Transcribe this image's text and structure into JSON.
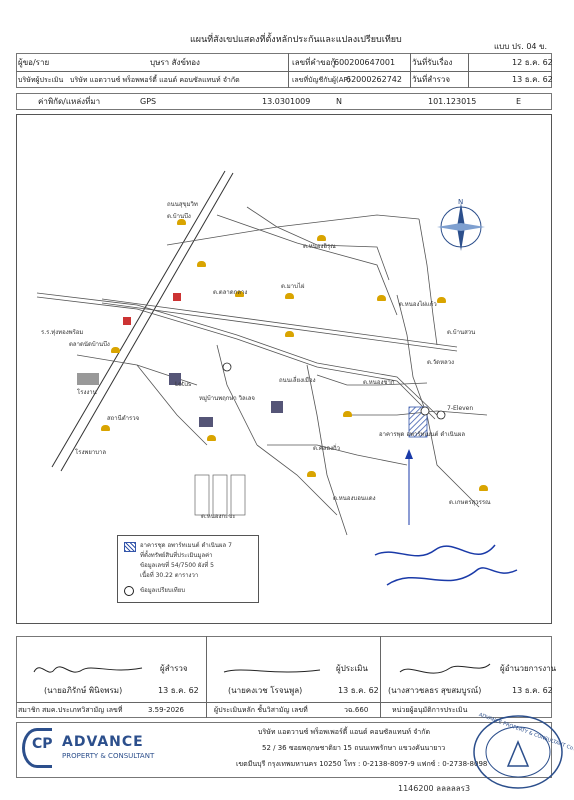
{
  "header": {
    "title": "แผนที่สังเขปแสดงที่ตั้งหลักประกันและแปลงเปรียบเทียบ",
    "form_no": "แบบ ปร. 04 ข."
  },
  "info": {
    "requester_label": "ผู้ขอ/ราย",
    "requester_name": "บุษรา สังข์ทอง",
    "request_no_label": "เลขที่คำขอกู้",
    "request_no": "600200647001",
    "received_date_label": "วันที่รับเรื่อง",
    "received_date": "12 ธ.ค. 62",
    "company_label": "บริษัทผู้ประเมิน",
    "company_name": "บริษัท แอดวานซ์ พร็อพพอร์ตี้ แอนด์ คอนซัลแทนท์ จำกัด",
    "ap_no_label": "เลขที่บัญชีกับผู้(AP)",
    "ap_no": "62000262742",
    "survey_date_label": "วันที่สำรวจ",
    "survey_date": "13 ธ.ค. 62"
  },
  "coords": {
    "label": "ค่าพิกัด/แหล่งที่มา",
    "source": "GPS",
    "lat": "13.0301009",
    "lat_dir": "N",
    "lon": "101.123015",
    "lon_dir": "E"
  },
  "map": {
    "labels": {
      "road_main": "ถนนสุขุมวิท",
      "road_side": "ถนนเลี่ยงเมือง",
      "school": "ร.ร.ทุ่งทองพร้อม",
      "market": "ตลาดนัดบ้านบึง",
      "factory": "โรงงาน",
      "subject_1": "อาคารพุด อพาร์ทเมนต์ ดำเนินผล",
      "subject_2": "หมู่บ้านพฤกษา วิลเลจ",
      "police": "สถานีตำรวจ",
      "hospital": "โรงพยาบาล",
      "t1": "ต.บ้านบึง",
      "t2": "ต.หนองอิรุณ",
      "t3": "ต.ตลาดกลาง",
      "t4": "ต.มาบไผ่",
      "t5": "ต.หนองไผ่แก้ว",
      "t6": "ต.บ้านสวน",
      "t7": "ต.วัดหลวง",
      "t8": "ต.หนองชาก",
      "t9": "ต.คลองกิ่ว",
      "t10": "ต.หนองกะขะ",
      "t11": "ต.หนองบอนแดง",
      "t12": "ต.เกษตรสุวรรณ",
      "sevenEleven": "7-Eleven",
      "lotus": "Lotus"
    },
    "legend": {
      "item1": "อาคารชุด อพาร์ทเมนต์ ดำเนินผล 7",
      "item2": "ที่ตั้งทรัพย์สินที่ประเมินมูลค่า",
      "item3": "ข้อมูลเลขที่ 54/7500 ผังที่ 5",
      "item4": "เนื้อที่ 30.22 ตารางวา",
      "item5": "ข้อมูลเปรียบเทียบ"
    },
    "compass_label": "N"
  },
  "signatures": {
    "surveyor_role": "ผู้สำรวจ",
    "surveyor_name": "(นายอภิรักษ์ พินิจพรม)",
    "surveyor_date": "13 ธ.ค. 62",
    "appraiser_role": "ผู้ประเมิน",
    "appraiser_name": "(นายคงเวช โรจนพูล)",
    "appraiser_date": "13 ธ.ค. 62",
    "manager_role": "ผู้อำนวยการงาน",
    "manager_name": "(นางสาวชลธร สุขสมบูรณ์)",
    "manager_date": "13 ธ.ค. 62",
    "member_label": "สมาชิก สมค.ประเภทวิสามัญ เลขที่",
    "member_no": "3.59-2026",
    "license_label": "ผู้ประเมินหลัก ชั้นวิสามัญ เลขที่",
    "license_no": "วฉ.660",
    "manager_license_label": "หน่วยผู้อนุมัติการประเมิน",
    "handwritten_code": "1146200 ลลลลลร3"
  },
  "footer": {
    "company_name": "บริษัท แอดวานซ์ พร็อพเพอร์ตี้ แอนด์ คอนซัลแทนท์ จำกัด",
    "address1": "52 / 36 ซอยพฤกษชาติยา 15 ถนนเทพรักษา แขวงคันนายาว",
    "address2": "เขตมีนบุรี กรุงเทพมหานคร 10250 โทร : 0-2138-8097-9 แฟกซ์ : 0-2738-8098",
    "logo_word": "ADVANCE",
    "logo_sub": "PROPERTY & CONSULTANT",
    "logo_letters": "CP",
    "stamp_text": "ADVANCE PROPERTY & CONSULTANT Co.,Ltd."
  },
  "colors": {
    "brand": "#2c4f8c",
    "temple": "#d9a400",
    "subject_hatch": "#3355aa",
    "signature_blue": "#1a3aa8"
  }
}
